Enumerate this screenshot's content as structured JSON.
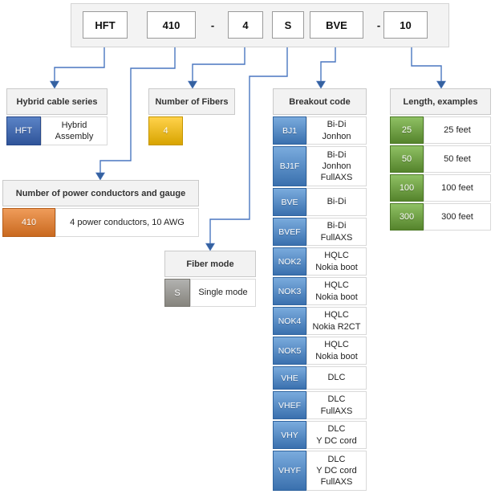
{
  "top_code": {
    "segments": [
      {
        "text": "HFT"
      },
      {
        "text": "410"
      },
      {
        "text": "-"
      },
      {
        "text": "4"
      },
      {
        "text": "S"
      },
      {
        "text": "BVE"
      },
      {
        "text": "-"
      },
      {
        "text": "10"
      }
    ]
  },
  "sections": {
    "series": {
      "title": "Hybrid cable series",
      "rows": [
        {
          "code": "HFT",
          "desc": "Hybrid\nAssembly"
        }
      ]
    },
    "fibers": {
      "title": "Number of Fibers",
      "rows": [
        {
          "code": "4"
        }
      ]
    },
    "power": {
      "title": "Number of power conductors and gauge",
      "rows": [
        {
          "code": "410",
          "desc": "4 power conductors, 10 AWG"
        }
      ]
    },
    "fiber_mode": {
      "title": "Fiber mode",
      "rows": [
        {
          "code": "S",
          "desc": "Single mode"
        }
      ]
    },
    "breakout": {
      "title": "Breakout code",
      "rows": [
        {
          "code": "BJ1",
          "desc": "Bi-Di\nJonhon"
        },
        {
          "code": "BJ1F",
          "desc": "Bi-Di\nJonhon\nFullAXS"
        },
        {
          "code": "BVE",
          "desc": "Bi-Di"
        },
        {
          "code": "BVEF",
          "desc": "Bi-Di\nFullAXS"
        },
        {
          "code": "NOK2",
          "desc": "HQLC\nNokia boot"
        },
        {
          "code": "NOK3",
          "desc": "HQLC\nNokia boot"
        },
        {
          "code": "NOK4",
          "desc": "HQLC\nNokia R2CT"
        },
        {
          "code": "NOK5",
          "desc": "HQLC\nNokia boot"
        },
        {
          "code": "VHE",
          "desc": "DLC"
        },
        {
          "code": "VHEF",
          "desc": "DLC\nFullAXS"
        },
        {
          "code": "VHY",
          "desc": "DLC\nY DC cord"
        },
        {
          "code": "VHYF",
          "desc": "DLC\nY DC cord\nFullAXS"
        }
      ]
    },
    "length": {
      "title": "Length, examples",
      "rows": [
        {
          "code": "25",
          "desc": "25 feet"
        },
        {
          "code": "50",
          "desc": "50 feet"
        },
        {
          "code": "100",
          "desc": "100 feet"
        },
        {
          "code": "300",
          "desc": "300 feet"
        }
      ]
    }
  },
  "colors": {
    "connector": "#4a77c0",
    "arrow": "#35619f",
    "header-bg": "#f2f2f2",
    "header-border": "#c9c9c9",
    "blue-top": "#5b83c6",
    "blue-bottom": "#2f5499",
    "ltblue-top": "#7aabdd",
    "ltblue-bottom": "#3a70ae",
    "orange-top": "#ef9c5a",
    "orange-bottom": "#c9691f",
    "gold-top": "#ffd24b",
    "gold-bottom": "#d8a400",
    "gray-top": "#b2b2b0",
    "gray-bottom": "#86847d",
    "green-top": "#8fc164",
    "green-bottom": "#55832c"
  }
}
